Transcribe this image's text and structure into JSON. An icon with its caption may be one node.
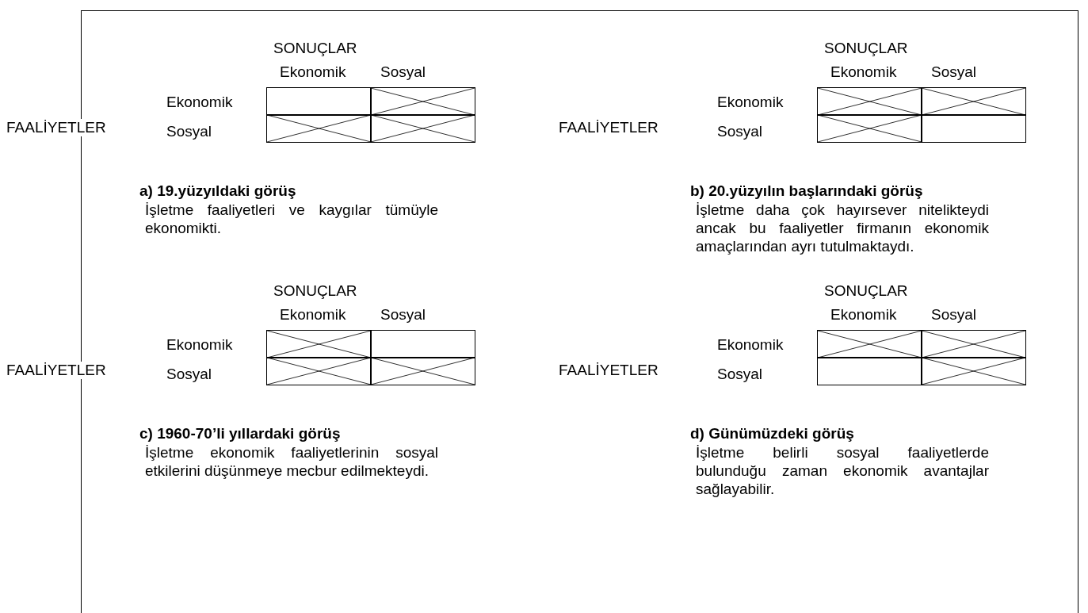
{
  "diagram": {
    "nodes": [
      {
        "text": [],
        "shape": "box"
      },
      {
        "text": [],
        "shape": "cross"
      },
      {
        "text": [],
        "shape": "cross"
      },
      {
        "text": [],
        "shape": "cross"
      },
      {
        "text": [],
        "shape": "cross"
      },
      {
        "text": [],
        "shape": "cross"
      },
      {
        "text": [],
        "shape": "cross"
      },
      {
        "text": [],
        "shape": "box"
      },
      {
        "text": [],
        "shape": "cross"
      },
      {
        "text": [],
        "shape": "box"
      },
      {
        "text": [],
        "shape": "cross"
      },
      {
        "text": [],
        "shape": "cross"
      },
      {
        "text": [],
        "shape": "cross"
      },
      {
        "text": [],
        "shape": "cross"
      },
      {
        "text": [],
        "shape": "box"
      },
      {
        "text": [],
        "shape": "cross"
      }
    ],
    "labels": [
      "SONUÇLAR",
      "Ekonomik",
      "Sosyal",
      "Ekonomik",
      "Sosyal",
      "FAALİYETLER",
      "a) 19.yüzyıldaki görüş",
      "İşletme faaliyetleri ve kaygılar tümüyle ekonomikti.",
      "SONUÇLAR",
      "Ekonomik",
      "Sosyal",
      "Ekonomik",
      "Sosyal",
      "FAALİYETLER",
      "b) 20.yüzyılın başlarındaki görüş",
      "İşletme daha çok hayırsever nitelikteydi ancak bu faaliyetler firmanın ekonomik amaçlarından ayrı tutulmaktaydı.",
      "SONUÇLAR",
      "Ekonomik",
      "Sosyal",
      "Ekonomik",
      "Sosyal",
      "FAALİYETLER",
      "c) 1960-70’li yıllardaki görüş",
      "İşletme ekonomik faaliyetlerinin sosyal etkilerini düşünmeye mecbur edilmekteydi.",
      "SONUÇLAR",
      "Ekonomik",
      "Sosyal",
      "Ekonomik",
      "Sosyal",
      "FAALİYETLER",
      "d) Günümüzdeki görüş",
      "İşletme belirli sosyal faaliyetlerde bulunduğu zaman ekonomik avantajlar sağlayabilir."
    ]
  }
}
